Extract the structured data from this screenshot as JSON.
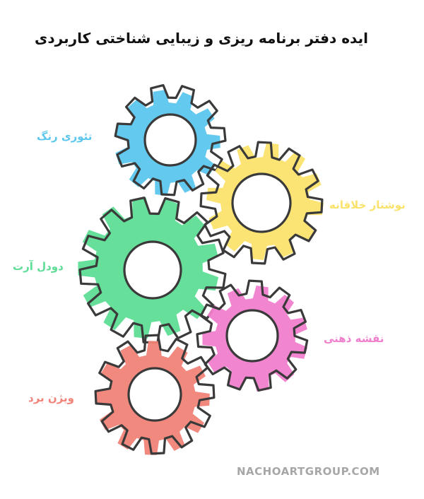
{
  "title": "ایده دفتر برنامه ریزی و زیبایی شناختی کاربردی",
  "watermark": "NACHOARTGROUP.COM",
  "colors": {
    "blue": "#5bc6ee",
    "yellow": "#fbe36b",
    "green": "#5ddd95",
    "pink": "#f07ecd",
    "red": "#f08378",
    "outline": "#3a3a3a",
    "watermark": "#a7a7a7"
  },
  "gears": [
    {
      "id": "color-theory",
      "label": "تئوری رنگ",
      "color": "blue"
    },
    {
      "id": "creative-writing",
      "label": "نوشتار خلاقانه",
      "color": "yellow"
    },
    {
      "id": "doodle-art",
      "label": "دودل آرت",
      "color": "green"
    },
    {
      "id": "mind-map",
      "label": "نقشه ذهنی",
      "color": "pink"
    },
    {
      "id": "vision-board",
      "label": "ویژن برد",
      "color": "red"
    }
  ]
}
